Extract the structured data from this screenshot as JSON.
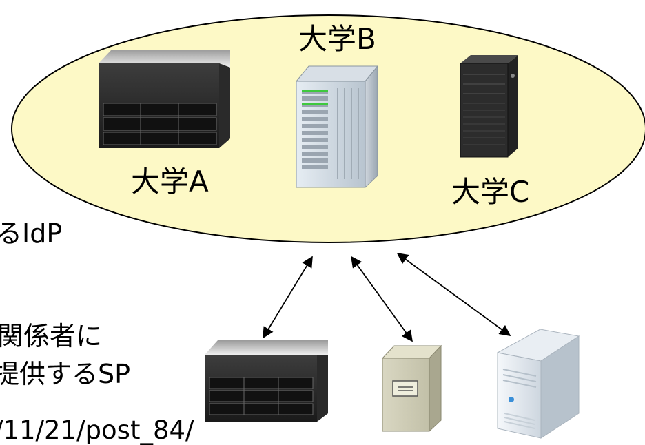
{
  "colors": {
    "federation_fill": "#fdf9c6",
    "federation_stroke": "#000000",
    "arrow": "#000000"
  },
  "federation": {
    "label_b": "大学B",
    "label_a": "大学A",
    "label_c": "大学C",
    "icons": [
      "rack-server-icon",
      "tower-server-icon",
      "black-tower-server-icon"
    ]
  },
  "text_left": {
    "idp_fragment": "るIdP",
    "sp_line1": "関係者に",
    "sp_line2": "提供するSP",
    "url_fragment": "/11/21/post_84/"
  },
  "service_providers": {
    "icons": [
      "rack-server-icon",
      "filing-cabinet-icon",
      "white-tower-server-icon"
    ]
  }
}
